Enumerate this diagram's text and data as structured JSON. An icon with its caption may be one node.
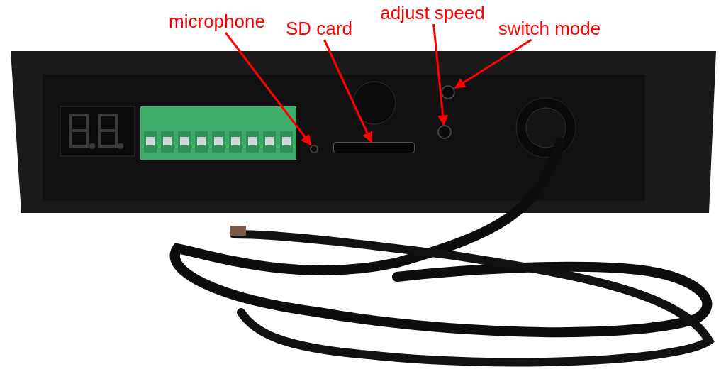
{
  "diagram": {
    "nodes": [
      {
        "text": [
          "microphone"
        ]
      },
      {
        "text": [
          "SD card"
        ]
      },
      {
        "text": [
          "adjust speed"
        ]
      },
      {
        "text": [
          "switch mode"
        ]
      },
      {
        "text": [],
        "shape": "circle"
      },
      {
        "text": [],
        "shape": "bar"
      },
      {
        "text": [],
        "shape": "circle"
      },
      {
        "text": [],
        "shape": "circle"
      }
    ],
    "edges": [
      {
        "from": 0,
        "to": 4,
        "arrow": "to"
      },
      {
        "from": 1,
        "to": 5,
        "arrow": "to"
      },
      {
        "from": 2,
        "to": 6,
        "arrow": "to"
      },
      {
        "from": 3,
        "to": 7,
        "arrow": "to"
      }
    ]
  }
}
